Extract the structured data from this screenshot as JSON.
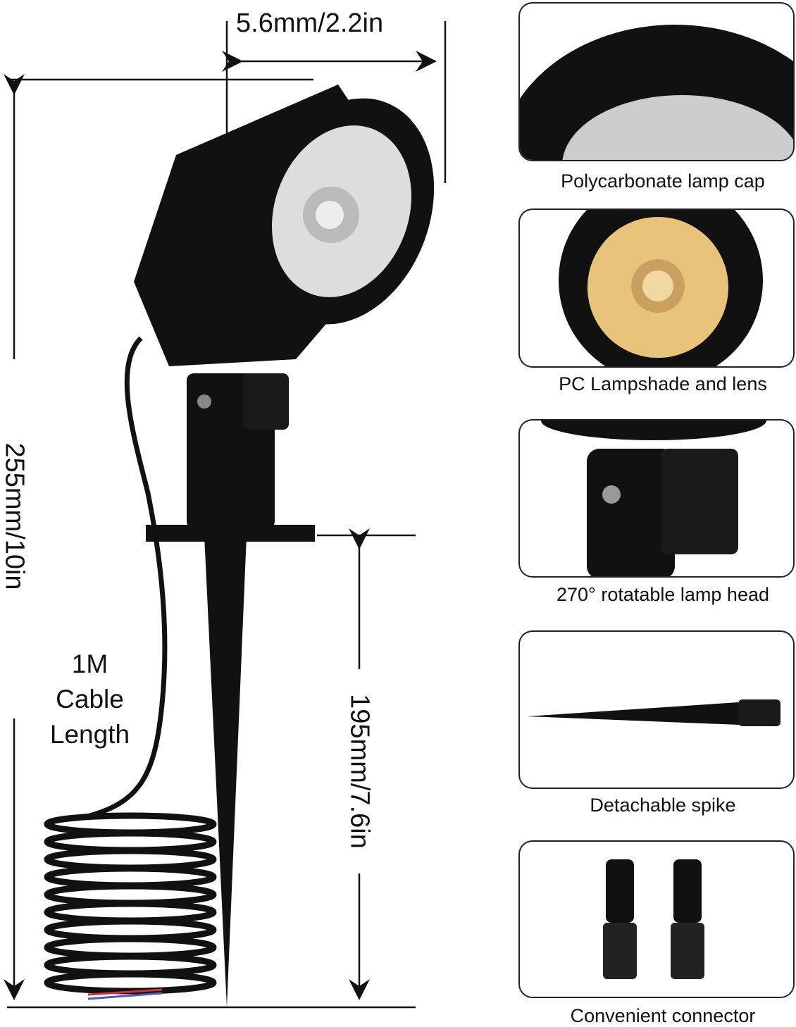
{
  "dimensions": {
    "head_width": "5.6mm/2.2in",
    "total_height": "255mm/10in",
    "spike_height": "195mm/7.6in",
    "cable": "1M\nCable\nLength"
  },
  "cable_lines": [
    "1M",
    "Cable",
    "Length"
  ],
  "features": [
    {
      "caption": "Polycarbonate lamp cap"
    },
    {
      "caption": "PC Lampshade and lens"
    },
    {
      "caption": "270° rotatable lamp head"
    },
    {
      "caption": "Detachable spike"
    },
    {
      "caption": "Convenient connector"
    }
  ],
  "colors": {
    "lamp_body": "#111111",
    "led_warm": "#e8c47a",
    "line": "#111111"
  }
}
